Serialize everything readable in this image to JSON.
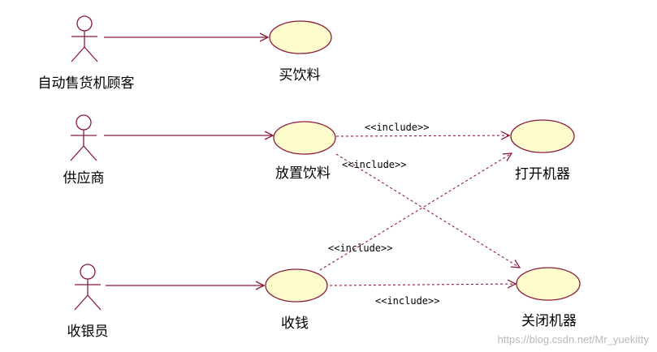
{
  "colors": {
    "line": "#8b1a3a",
    "usecase_fill": "#fefbcc",
    "usecase_stroke": "#8b1a3a"
  },
  "actors": [
    {
      "id": "customer",
      "label": "自动售货机顾客"
    },
    {
      "id": "supplier",
      "label": "供应商"
    },
    {
      "id": "cashier",
      "label": "收银员"
    }
  ],
  "use_cases": [
    {
      "id": "buy",
      "label": "买饮料"
    },
    {
      "id": "stock",
      "label": "放置饮料"
    },
    {
      "id": "cash",
      "label": "收钱"
    },
    {
      "id": "open",
      "label": "打开机器"
    },
    {
      "id": "close",
      "label": "关闭机器"
    }
  ],
  "associations": [
    {
      "from": "customer",
      "to": "buy"
    },
    {
      "from": "supplier",
      "to": "stock"
    },
    {
      "from": "cashier",
      "to": "cash"
    }
  ],
  "includes": [
    {
      "from": "stock",
      "to": "open",
      "label": "<<include>>"
    },
    {
      "from": "stock",
      "to": "close",
      "label": "<<include>>"
    },
    {
      "from": "cash",
      "to": "open",
      "label": "<<include>>"
    },
    {
      "from": "cash",
      "to": "close",
      "label": "<<include>>"
    }
  ],
  "watermark": "https://blog.csdn.net/Mr_yuekitty"
}
